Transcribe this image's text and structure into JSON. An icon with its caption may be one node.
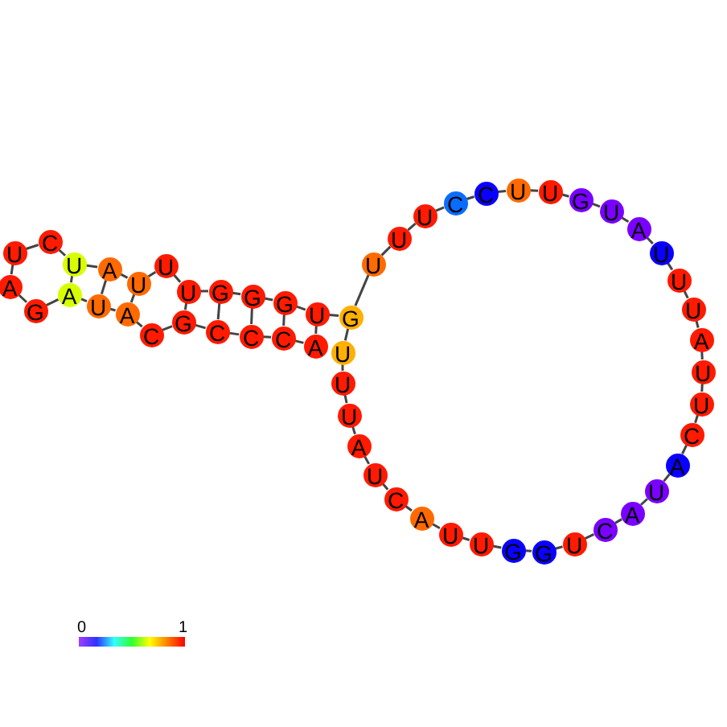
{
  "diagram": {
    "nodes": [
      {
        "text": [
          "U"
        ]
      },
      {
        "text": [
          "U"
        ]
      },
      {
        "text": [
          "U"
        ]
      },
      {
        "text": [
          "C"
        ]
      },
      {
        "text": [
          "C"
        ]
      },
      {
        "text": [
          "U"
        ]
      },
      {
        "text": [
          "U"
        ]
      },
      {
        "text": [
          "G"
        ]
      },
      {
        "text": [
          "U"
        ]
      },
      {
        "text": [
          "A"
        ]
      },
      {
        "text": [
          "U"
        ]
      },
      {
        "text": [
          "U"
        ]
      },
      {
        "text": [
          "U"
        ]
      },
      {
        "text": [
          "A"
        ]
      },
      {
        "text": [
          "U"
        ]
      },
      {
        "text": [
          "U"
        ]
      },
      {
        "text": [
          "C"
        ]
      },
      {
        "text": [
          "A"
        ]
      },
      {
        "text": [
          "U"
        ]
      },
      {
        "text": [
          "A"
        ]
      },
      {
        "text": [
          "C"
        ]
      },
      {
        "text": [
          "U"
        ]
      },
      {
        "text": [
          "G"
        ]
      },
      {
        "text": [
          "G"
        ]
      },
      {
        "text": [
          "U"
        ]
      },
      {
        "text": [
          "U"
        ]
      },
      {
        "text": [
          "A"
        ]
      },
      {
        "text": [
          "C"
        ]
      },
      {
        "text": [
          "U"
        ]
      },
      {
        "text": [
          "A"
        ]
      },
      {
        "text": [
          "U"
        ]
      },
      {
        "text": [
          "U"
        ]
      },
      {
        "text": [
          "U"
        ]
      },
      {
        "text": [
          "A"
        ]
      },
      {
        "text": [
          "C"
        ]
      },
      {
        "text": [
          "C"
        ]
      },
      {
        "text": [
          "C"
        ]
      },
      {
        "text": [
          "G"
        ]
      },
      {
        "text": [
          "C"
        ]
      },
      {
        "text": [
          "A"
        ]
      },
      {
        "text": [
          "U"
        ]
      },
      {
        "text": [
          "A"
        ]
      },
      {
        "text": [
          "G"
        ]
      },
      {
        "text": [
          "A"
        ]
      },
      {
        "text": [
          "U"
        ]
      },
      {
        "text": [
          "C"
        ]
      },
      {
        "text": [
          "U"
        ]
      },
      {
        "text": [
          "A"
        ]
      },
      {
        "text": [
          "U"
        ]
      },
      {
        "text": [
          "U"
        ]
      },
      {
        "text": [
          "U"
        ]
      },
      {
        "text": [
          "G"
        ]
      },
      {
        "text": [
          "G"
        ]
      },
      {
        "text": [
          "G"
        ]
      },
      {
        "text": [
          "U"
        ]
      },
      {
        "text": [
          "G"
        ]
      }
    ],
    "edges": [
      {
        "from": 33,
        "to": 34,
        "arrow": "none"
      },
      {
        "from": 34,
        "to": 35,
        "arrow": "none"
      },
      {
        "from": 35,
        "to": 36,
        "arrow": "none"
      },
      {
        "from": 36,
        "to": 37,
        "arrow": "none"
      },
      {
        "from": 37,
        "to": 38,
        "arrow": "none"
      },
      {
        "from": 38,
        "to": 39,
        "arrow": "none"
      },
      {
        "from": 39,
        "to": 40,
        "arrow": "none"
      },
      {
        "from": 40,
        "to": 41,
        "arrow": "none"
      },
      {
        "from": 41,
        "to": 42,
        "arrow": "none"
      },
      {
        "from": 42,
        "to": 43,
        "arrow": "none"
      },
      {
        "from": 43,
        "to": 44,
        "arrow": "none"
      },
      {
        "from": 44,
        "to": 45,
        "arrow": "none"
      },
      {
        "from": 45,
        "to": 46,
        "arrow": "none"
      },
      {
        "from": 46,
        "to": 47,
        "arrow": "none"
      },
      {
        "from": 47,
        "to": 48,
        "arrow": "none"
      },
      {
        "from": 48,
        "to": 49,
        "arrow": "none"
      },
      {
        "from": 49,
        "to": 50,
        "arrow": "none"
      },
      {
        "from": 50,
        "to": 51,
        "arrow": "none"
      },
      {
        "from": 51,
        "to": 52,
        "arrow": "none"
      },
      {
        "from": 52,
        "to": 53,
        "arrow": "none"
      },
      {
        "from": 53,
        "to": 54,
        "arrow": "none"
      },
      {
        "from": 54,
        "to": 55,
        "arrow": "none"
      },
      {
        "from": 55,
        "to": 0,
        "arrow": "none"
      },
      {
        "from": 0,
        "to": 1,
        "arrow": "none"
      },
      {
        "from": 1,
        "to": 2,
        "arrow": "none"
      },
      {
        "from": 2,
        "to": 3,
        "arrow": "none"
      },
      {
        "from": 3,
        "to": 4,
        "arrow": "none"
      },
      {
        "from": 4,
        "to": 5,
        "arrow": "none"
      },
      {
        "from": 5,
        "to": 6,
        "arrow": "none"
      },
      {
        "from": 6,
        "to": 7,
        "arrow": "none"
      },
      {
        "from": 7,
        "to": 8,
        "arrow": "none"
      },
      {
        "from": 8,
        "to": 9,
        "arrow": "none"
      },
      {
        "from": 9,
        "to": 10,
        "arrow": "none"
      },
      {
        "from": 10,
        "to": 11,
        "arrow": "none"
      },
      {
        "from": 11,
        "to": 12,
        "arrow": "none"
      },
      {
        "from": 12,
        "to": 13,
        "arrow": "none"
      },
      {
        "from": 13,
        "to": 14,
        "arrow": "none"
      },
      {
        "from": 14,
        "to": 15,
        "arrow": "none"
      },
      {
        "from": 15,
        "to": 16,
        "arrow": "none"
      },
      {
        "from": 16,
        "to": 17,
        "arrow": "none"
      },
      {
        "from": 17,
        "to": 18,
        "arrow": "none"
      },
      {
        "from": 18,
        "to": 19,
        "arrow": "none"
      },
      {
        "from": 19,
        "to": 20,
        "arrow": "none"
      },
      {
        "from": 20,
        "to": 21,
        "arrow": "none"
      },
      {
        "from": 21,
        "to": 22,
        "arrow": "none"
      },
      {
        "from": 22,
        "to": 23,
        "arrow": "none"
      },
      {
        "from": 23,
        "to": 24,
        "arrow": "none"
      },
      {
        "from": 24,
        "to": 25,
        "arrow": "none"
      },
      {
        "from": 25,
        "to": 26,
        "arrow": "none"
      },
      {
        "from": 26,
        "to": 27,
        "arrow": "none"
      },
      {
        "from": 27,
        "to": 28,
        "arrow": "none"
      },
      {
        "from": 28,
        "to": 29,
        "arrow": "none"
      },
      {
        "from": 29,
        "to": 30,
        "arrow": "none"
      },
      {
        "from": 30,
        "to": 31,
        "arrow": "none"
      },
      {
        "from": 31,
        "to": 32,
        "arrow": "none"
      },
      {
        "from": 46,
        "to": 41,
        "arrow": "none"
      },
      {
        "from": 47,
        "to": 40,
        "arrow": "none"
      },
      {
        "from": 48,
        "to": 39,
        "arrow": "none"
      },
      {
        "from": 50,
        "to": 37,
        "arrow": "none"
      },
      {
        "from": 51,
        "to": 36,
        "arrow": "none"
      },
      {
        "from": 52,
        "to": 35,
        "arrow": "none"
      },
      {
        "from": 53,
        "to": 34,
        "arrow": "none"
      },
      {
        "from": 54,
        "to": 33,
        "arrow": "none"
      },
      {
        "from": 55,
        "to": 32,
        "arrow": "none"
      }
    ],
    "labels": [
      "0",
      "1"
    ]
  }
}
